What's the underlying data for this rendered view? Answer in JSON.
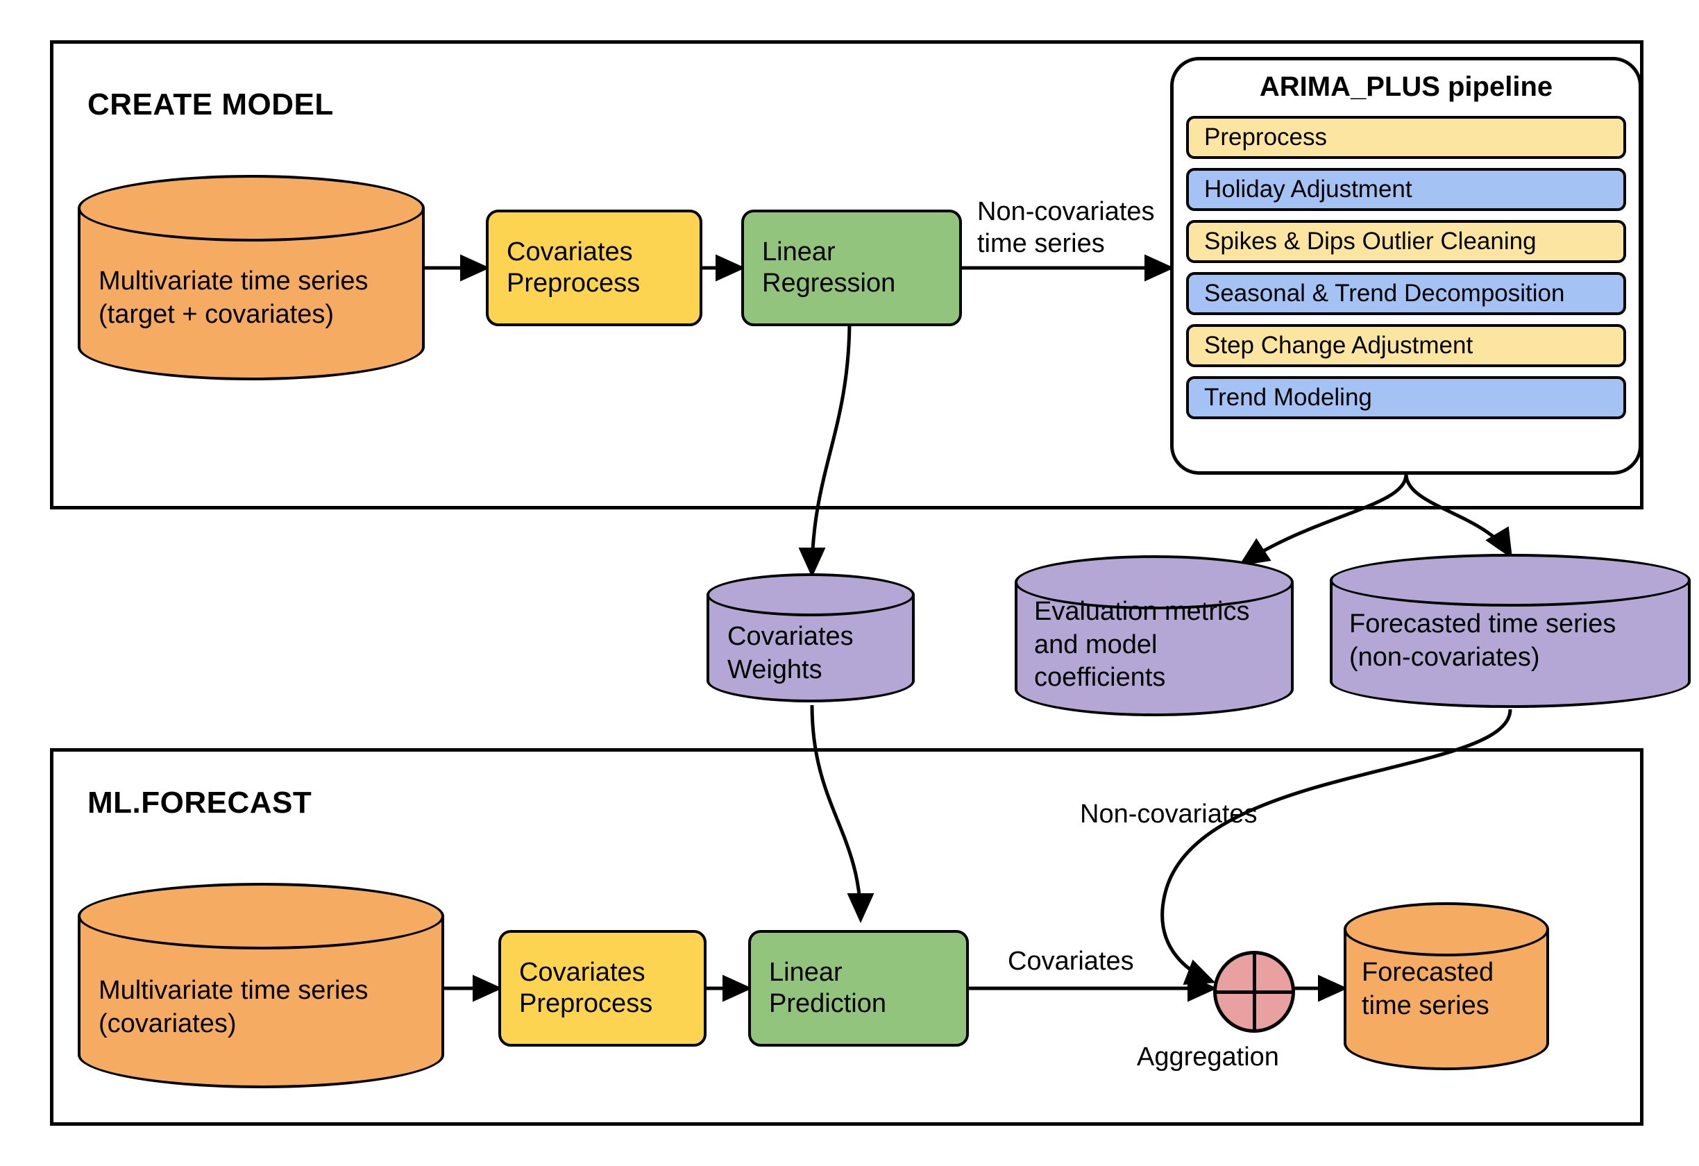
{
  "sections": {
    "create_model": {
      "title": "CREATE MODEL"
    },
    "ml_forecast": {
      "title": "ML.FORECAST"
    }
  },
  "create_model": {
    "source_store": "Multivariate time series\n(target + covariates)",
    "preprocess_box": "Covariates\nPreprocess",
    "regression_box": "Linear\nRegression",
    "edge_noncov": "Non-covariates\ntime series"
  },
  "pipeline": {
    "title": "ARIMA_PLUS pipeline",
    "steps": [
      {
        "label": "Preprocess",
        "tone": "y"
      },
      {
        "label": "Holiday Adjustment",
        "tone": "b"
      },
      {
        "label": "Spikes & Dips Outlier Cleaning",
        "tone": "y"
      },
      {
        "label": "Seasonal & Trend Decomposition",
        "tone": "b"
      },
      {
        "label": "Step Change Adjustment",
        "tone": "y"
      },
      {
        "label": "Trend Modeling",
        "tone": "b"
      }
    ]
  },
  "stores": {
    "covariates_weights": "Covariates\nWeights",
    "evaluation_metrics": "Evaluation metrics\nand model\ncoefficients",
    "forecast_noncov": "Forecasted time series\n(non-covariates)",
    "forecast_final": "Forecasted\ntime series"
  },
  "ml_forecast": {
    "source_store": "Multivariate time series\n(covariates)",
    "preprocess_box": "Covariates\nPreprocess",
    "prediction_box": "Linear\nPrediction",
    "edge_covariates": "Covariates",
    "edge_noncovariates": "Non-covariates",
    "aggregation_label": "Aggregation"
  },
  "colors": {
    "orange": "#f5ab62",
    "purple": "#b4a7d6",
    "green": "#93c47d",
    "yellow": "#fcd452",
    "pipeline_yellow": "#fce5a0",
    "pipeline_blue": "#a4c2f4",
    "pink": "#e8a0a0",
    "stroke": "#000000",
    "background": "#ffffff"
  }
}
